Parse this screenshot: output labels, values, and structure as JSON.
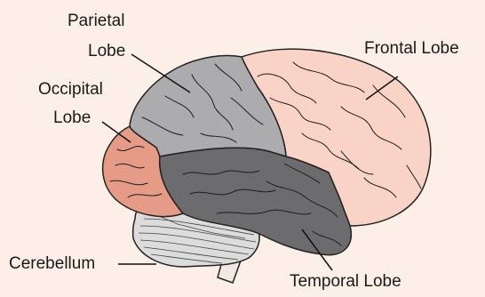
{
  "labels": {
    "parietal_line1": "Parietal",
    "parietal_line2": "Lobe",
    "occipital_line1": "Occipital",
    "occipital_line2": "Lobe",
    "frontal": "Frontal Lobe",
    "temporal": "Temporal Lobe",
    "cerebellum": "Cerebellum"
  },
  "colors": {
    "background": "#FCEFE8",
    "frontal": "#F9D4C6",
    "parietal": "#ACACAF",
    "occipital": "#E59B86",
    "temporal": "#6C6C6E",
    "cerebellum": "#DCDCDC",
    "stem": "#F2E9E4",
    "outline": "#222222"
  }
}
